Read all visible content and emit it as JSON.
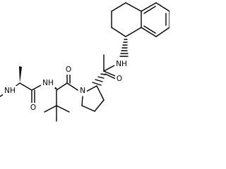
{
  "molecule": {
    "atoms": [
      {
        "id": "n_amide_top",
        "label": "NH"
      },
      {
        "id": "o_amide_top",
        "label": "O"
      },
      {
        "id": "n_pro",
        "label": "N"
      },
      {
        "id": "o_tle",
        "label": "O"
      },
      {
        "id": "n_amide_mid",
        "label": "NH"
      },
      {
        "id": "o_ala",
        "label": "O"
      },
      {
        "id": "n_methyl",
        "label": "NH"
      }
    ]
  }
}
